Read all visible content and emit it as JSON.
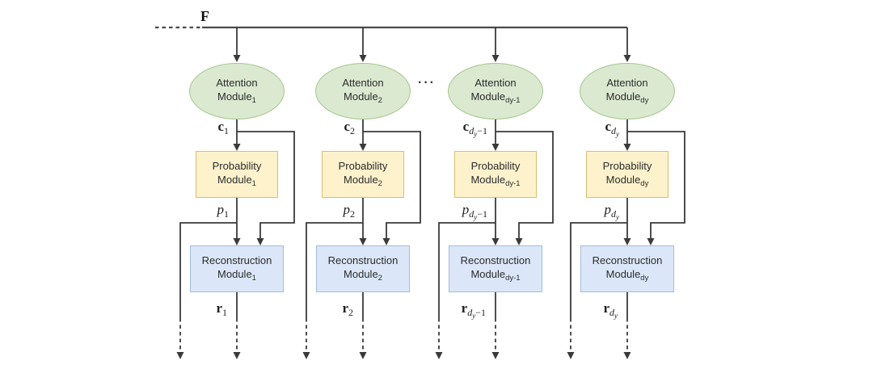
{
  "f_label": "F",
  "ellipsis": "···",
  "colors": {
    "attention_fill": "#dbe9d1",
    "attention_stroke": "#a3c78b",
    "probability_fill": "#fdf2cc",
    "probability_stroke": "#dabd6d",
    "reconstruction_fill": "#dbe7f8",
    "reconstruction_stroke": "#a2bcdc",
    "line_color": "#3a3a3a",
    "text_color": "#2b2b2b"
  },
  "columns": [
    {
      "attention": {
        "line1": "Attention",
        "line2": "Module",
        "sub": "1"
      },
      "probability": {
        "line1": "Probability",
        "line2": "Module",
        "sub": "1"
      },
      "reconstruction": {
        "line1": "Reconstruction",
        "line2": "Module",
        "sub": "1"
      },
      "c_label": {
        "base": "c",
        "sub_var": "",
        "sub_sub": "",
        "sub_text": "1"
      },
      "p_label": {
        "base": "p",
        "sub_var": "",
        "sub_sub": "",
        "sub_text": "1"
      },
      "r_label": {
        "base": "r",
        "sub_var": "",
        "sub_sub": "",
        "sub_text": "1"
      }
    },
    {
      "attention": {
        "line1": "Attention",
        "line2": "Module",
        "sub": "2"
      },
      "probability": {
        "line1": "Probability",
        "line2": "Module",
        "sub": "2"
      },
      "reconstruction": {
        "line1": "Reconstruction",
        "line2": "Module",
        "sub": "2"
      },
      "c_label": {
        "base": "c",
        "sub_var": "",
        "sub_sub": "",
        "sub_text": "2"
      },
      "p_label": {
        "base": "p",
        "sub_var": "",
        "sub_sub": "",
        "sub_text": "2"
      },
      "r_label": {
        "base": "r",
        "sub_var": "",
        "sub_sub": "",
        "sub_text": "2"
      }
    },
    {
      "attention": {
        "line1": "Attention",
        "line2": "Module",
        "sub": "dy-1"
      },
      "probability": {
        "line1": "Probability",
        "line2": "Module",
        "sub": "dy-1"
      },
      "reconstruction": {
        "line1": "Reconstruction",
        "line2": "Module",
        "sub": "dy-1"
      },
      "c_label": {
        "base": "c",
        "sub_var": "d",
        "sub_sub": "y",
        "sub_text": "−1"
      },
      "p_label": {
        "base": "p",
        "sub_var": "d",
        "sub_sub": "y",
        "sub_text": "−1"
      },
      "r_label": {
        "base": "r",
        "sub_var": "d",
        "sub_sub": "y",
        "sub_text": "−1"
      }
    },
    {
      "attention": {
        "line1": "Attention",
        "line2": "Module",
        "sub": "dy"
      },
      "probability": {
        "line1": "Probability",
        "line2": "Module",
        "sub": "dy"
      },
      "reconstruction": {
        "line1": "Reconstruction",
        "line2": "Module",
        "sub": "dy"
      },
      "c_label": {
        "base": "c",
        "sub_var": "d",
        "sub_sub": "y",
        "sub_text": ""
      },
      "p_label": {
        "base": "p",
        "sub_var": "d",
        "sub_sub": "y",
        "sub_text": ""
      },
      "r_label": {
        "base": "r",
        "sub_var": "d",
        "sub_sub": "y",
        "sub_text": ""
      }
    }
  ]
}
